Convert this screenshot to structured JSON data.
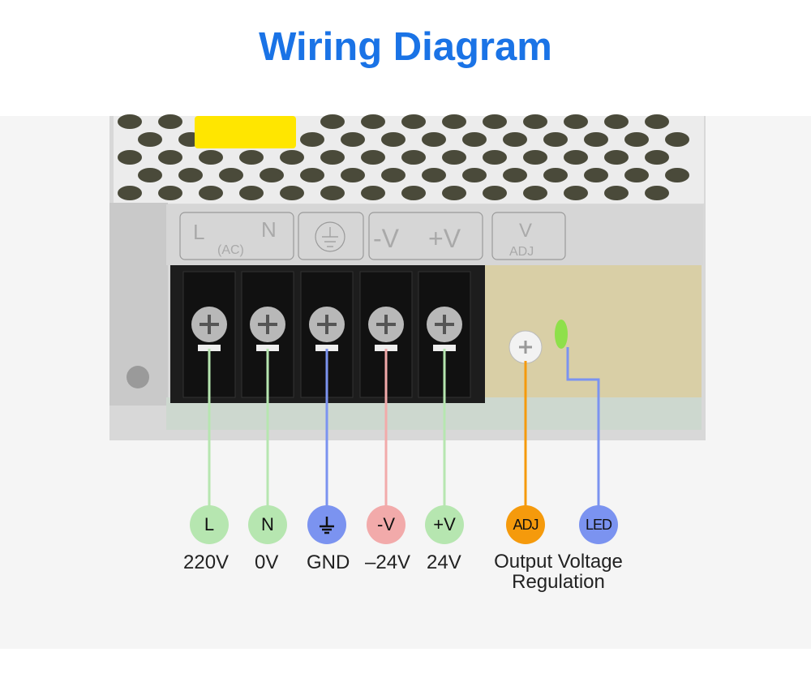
{
  "title": "Wiring Diagram",
  "device": {
    "plate_labels": {
      "l": "L",
      "n": "N",
      "ac": "(AC)",
      "minus_v": "-V",
      "plus_v": "+V",
      "v": "V",
      "adj": "ADJ"
    }
  },
  "terminals": [
    {
      "symbol": "L",
      "label": "220V",
      "color": "#b6e6b0"
    },
    {
      "symbol": "N",
      "label": "0V",
      "color": "#b6e6b0"
    },
    {
      "symbol": "ground-icon",
      "label": "GND",
      "color": "#7b93f0"
    },
    {
      "symbol": "-V",
      "label": "–24V",
      "color": "#f2aaaa"
    },
    {
      "symbol": "+V",
      "label": "24V",
      "color": "#b6e6b0"
    },
    {
      "symbol": "ADJ",
      "label": "",
      "color": "#f59a0c"
    },
    {
      "symbol": "LED",
      "label": "",
      "color": "#7b93f0"
    }
  ],
  "adj_led_caption": {
    "line1": "Output Voltage",
    "line2": "Regulation"
  }
}
